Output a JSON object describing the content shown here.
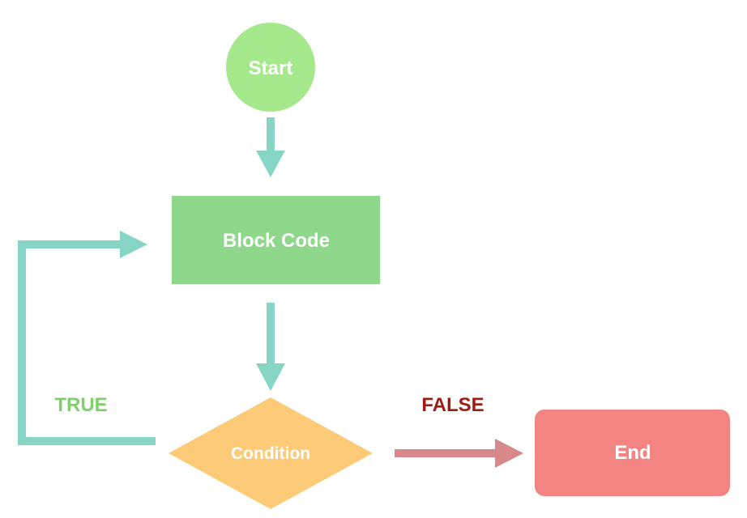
{
  "diagram": {
    "nodes": {
      "start": {
        "label": "Start",
        "shape": "circle",
        "color": "#a6e98c"
      },
      "block_code": {
        "label": "Block Code",
        "shape": "rectangle",
        "color": "#8fd88b"
      },
      "condition": {
        "label": "Condition",
        "shape": "diamond",
        "color": "#fdcb78"
      },
      "end": {
        "label": "End",
        "shape": "rounded-rectangle",
        "color": "#f48482"
      }
    },
    "edges": [
      {
        "from": "start",
        "to": "block_code",
        "label": "",
        "color": "#87d6c5"
      },
      {
        "from": "block_code",
        "to": "condition",
        "label": "",
        "color": "#87d6c5"
      },
      {
        "from": "condition",
        "to": "block_code",
        "label": "TRUE",
        "color": "#87d6c5"
      },
      {
        "from": "condition",
        "to": "end",
        "label": "FALSE",
        "color": "#d9888a"
      }
    ],
    "labels": {
      "true_label": "TRUE",
      "true_color": "#7fcf6b",
      "false_label": "FALSE",
      "false_color": "#a01c12"
    }
  }
}
